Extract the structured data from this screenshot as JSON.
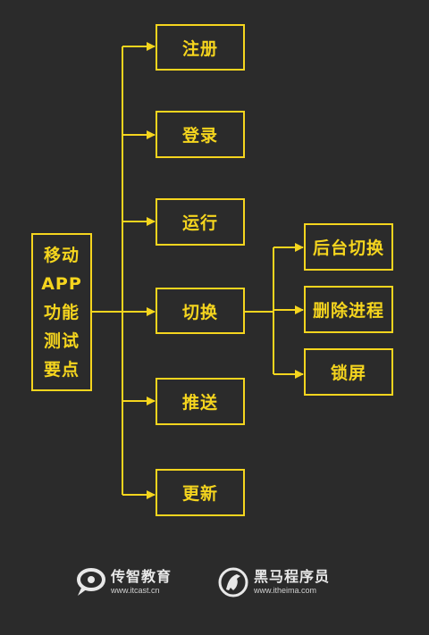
{
  "root": {
    "lines": [
      "移动",
      "APP",
      "功能",
      "测试",
      "要点"
    ]
  },
  "branches": [
    "注册",
    "登录",
    "运行",
    "切换",
    "推送",
    "更新"
  ],
  "sub_branches": [
    "后台切换",
    "删除进程",
    "锁屏"
  ],
  "footer": {
    "logo1": {
      "name": "传智教育",
      "url": "www.itcast.cn"
    },
    "logo2": {
      "name": "黑马程序员",
      "url": "www.itheima.com"
    }
  },
  "colors": {
    "accent": "#f5d51e",
    "background": "#2b2b2b"
  }
}
